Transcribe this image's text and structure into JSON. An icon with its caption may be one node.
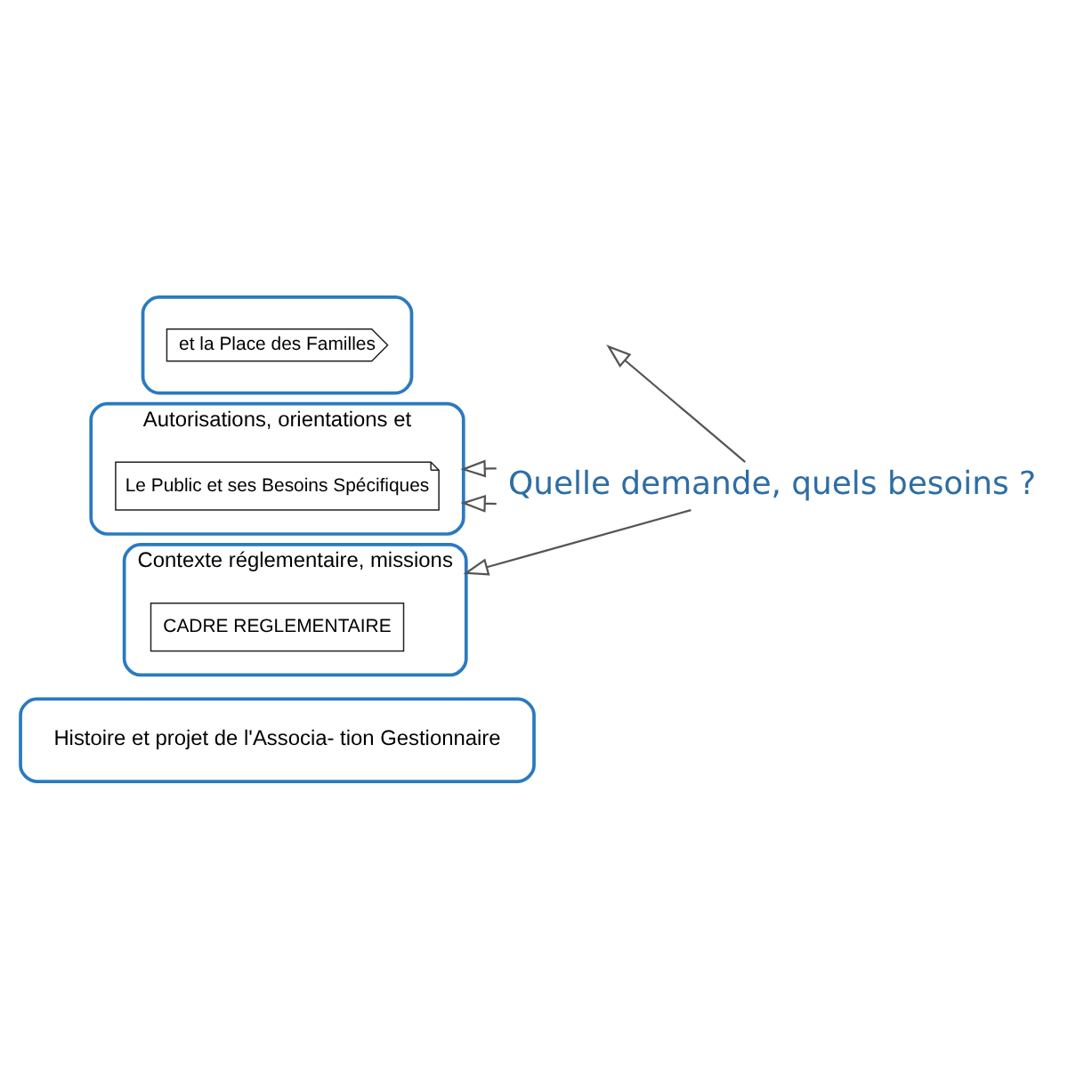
{
  "diagram": {
    "nodes": [
      {
        "text": [],
        "shape": "box"
      },
      {
        "text": [
          "et la Place des Familles"
        ],
        "in": 0
      },
      {
        "text": [
          "Autorisations, orientations et"
        ]
      },
      {
        "text": [
          "Le Public et ses Besoins Spécifiques"
        ],
        "in": 2
      },
      {
        "text": [
          "Contexte réglementaire, missions"
        ]
      },
      {
        "text": [
          "CADRE REGLEMENTAIRE"
        ],
        "in": 4
      },
      {
        "text": [
          "Histoire et projet de l'Associa- tion Gestionnaire"
        ]
      },
      {
        "text": [
          "Quelle demande, quels besoins ?"
        ]
      }
    ],
    "edges": [
      {
        "from": 7,
        "to": null,
        "arrow": "to"
      },
      {
        "from": 7,
        "to": 2,
        "arrow": "to"
      },
      {
        "from": 7,
        "to": 2,
        "arrow": "to"
      },
      {
        "from": 7,
        "to": 4,
        "arrow": "to"
      }
    ]
  }
}
